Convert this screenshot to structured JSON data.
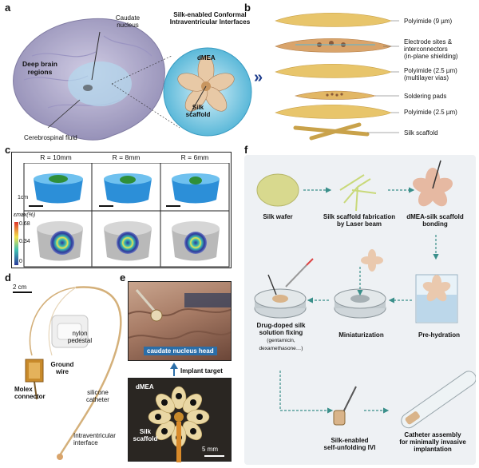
{
  "panel_labels": {
    "a": "a",
    "b": "b",
    "c": "c",
    "d": "d",
    "e": "e",
    "f": "f"
  },
  "panel_a": {
    "title_line1": "Silk-enabled Conformal",
    "title_line2": "Intraventricular Interfaces",
    "caudate_line1": "Caudate",
    "caudate_line2": "nucleus",
    "deep_line1": "Deep brain",
    "deep_line2": "regions",
    "csf": "Cerebrospinal fluid",
    "dmea": "dMEA",
    "silk_line1": "Silk",
    "silk_line2": "scaffold"
  },
  "panel_b": {
    "layers": [
      "Polyimide (9 µm)",
      "Electrode sites &",
      "interconnectors",
      "(in-plane shielding)",
      "Polyimide (2.5 µm)",
      "(multilayer vias)",
      "Soldering pads",
      "Polyimide (2.5 µm)",
      "Silk scaffold"
    ]
  },
  "panel_c": {
    "radii": [
      "R = 10mm",
      "R = 8mm",
      "R = 6mm"
    ],
    "scale": "1cm",
    "colorbar_label": "εmax(%)",
    "colorbar_ticks": [
      "0.68",
      "0.34",
      "0"
    ],
    "colors": {
      "low": "#2c3a9a",
      "mid": "#3dbfb0",
      "high": "#e0352b"
    }
  },
  "panel_d": {
    "scale": "2 cm",
    "nylon_line1": "nylon",
    "nylon_line2": "pedestal",
    "ground_line1": "Ground",
    "ground_line2": "wire",
    "molex_line1": "Molex",
    "molex_line2": "connector",
    "silicone_line1": "silicone",
    "silicone_line2": "catheter",
    "ivi_line1": "Intraventricular",
    "ivi_line2": "interface"
  },
  "panel_e": {
    "caudate_head": "caudate nucleus head",
    "implant_target": "Implant target",
    "dmea": "dMEA",
    "silk_line1": "Silk",
    "silk_line2": "scaffold",
    "scale": "5 mm"
  },
  "panel_f": {
    "steps": {
      "silk_wafer": "Silk wafer",
      "fab_line1": "Silk scaffold fabrication",
      "fab_line2": "by Laser beam",
      "bond_line1": "dMEA-silk scaffold",
      "bond_line2": "bonding",
      "prehydration": "Pre-hydration",
      "miniaturization": "Miniaturization",
      "drug_line1": "Drug-doped silk",
      "drug_line2": "solution fixing",
      "drug_line3": "(gentamicin,",
      "drug_line4": "dexamethasone…)",
      "unfold_line1": "Silk-enabled",
      "unfold_line2": "self-unfolding IVI",
      "cath_line1": "Catheter assembly",
      "cath_line2": "for minimally invasive",
      "cath_line3": "implantation"
    },
    "colors": {
      "background": "#eef1f4",
      "arrow": "#3a8f8a"
    }
  }
}
